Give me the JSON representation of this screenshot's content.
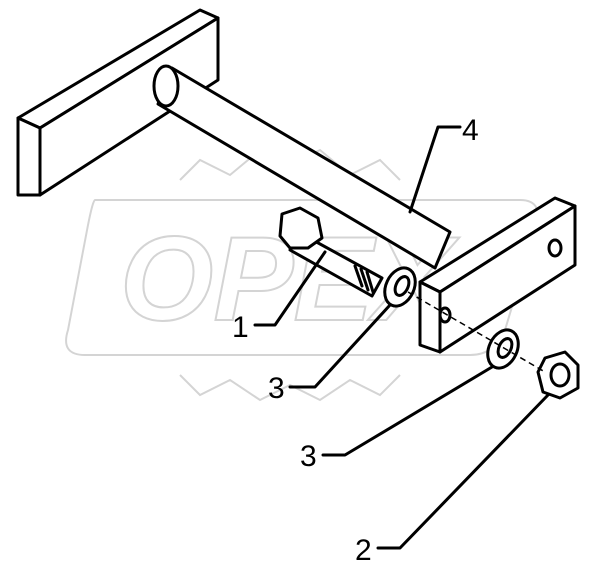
{
  "watermark": "OPEX",
  "callouts": [
    {
      "label": "4",
      "part": "tube-frame"
    },
    {
      "label": "1",
      "part": "bolt"
    },
    {
      "label": "3",
      "part": "washer-front"
    },
    {
      "label": "3",
      "part": "washer-rear"
    },
    {
      "label": "2",
      "part": "nut"
    }
  ]
}
